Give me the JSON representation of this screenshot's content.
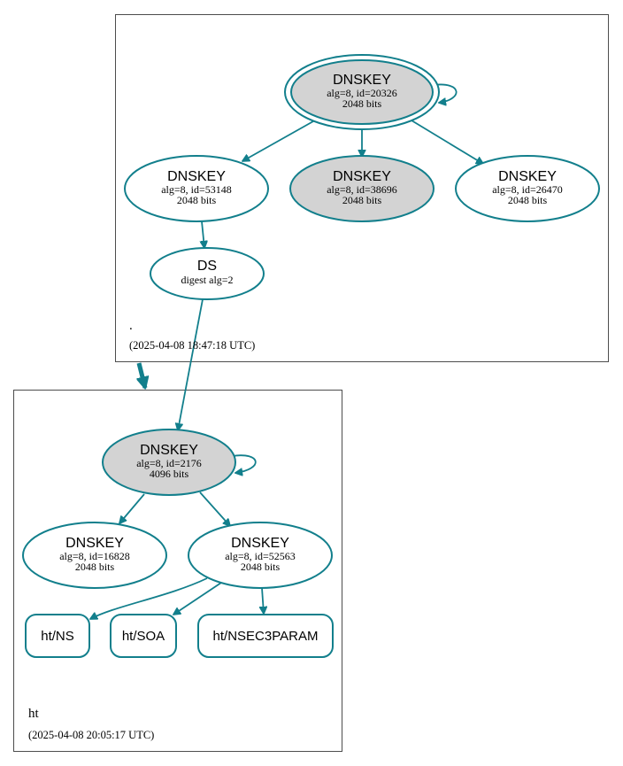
{
  "colors": {
    "accent": "#127f8c",
    "sep_fill": "#d3d3d3",
    "border": "#3a3a3a"
  },
  "zones": {
    "root": {
      "name": ".",
      "timestamp": "(2025-04-08 18:47:18 UTC)"
    },
    "ht": {
      "name": "ht",
      "timestamp": "(2025-04-08 20:05:17 UTC)"
    }
  },
  "nodes": {
    "root_ksk": {
      "title": "DNSKEY",
      "line1": "alg=8, id=20326",
      "line2": "2048 bits"
    },
    "root_zsk_53148": {
      "title": "DNSKEY",
      "line1": "alg=8, id=53148",
      "line2": "2048 bits"
    },
    "root_zsk_38696": {
      "title": "DNSKEY",
      "line1": "alg=8, id=38696",
      "line2": "2048 bits"
    },
    "root_zsk_26470": {
      "title": "DNSKEY",
      "line1": "alg=8, id=26470",
      "line2": "2048 bits"
    },
    "ds": {
      "title": "DS",
      "line1": "digest alg=2"
    },
    "ht_ksk": {
      "title": "DNSKEY",
      "line1": "alg=8, id=2176",
      "line2": "4096 bits"
    },
    "ht_key_16828": {
      "title": "DNSKEY",
      "line1": "alg=8, id=16828",
      "line2": "2048 bits"
    },
    "ht_key_52563": {
      "title": "DNSKEY",
      "line1": "alg=8, id=52563",
      "line2": "2048 bits"
    }
  },
  "rrsets": {
    "ns": "ht/NS",
    "soa": "ht/SOA",
    "nsec3param": "ht/NSEC3PARAM"
  }
}
